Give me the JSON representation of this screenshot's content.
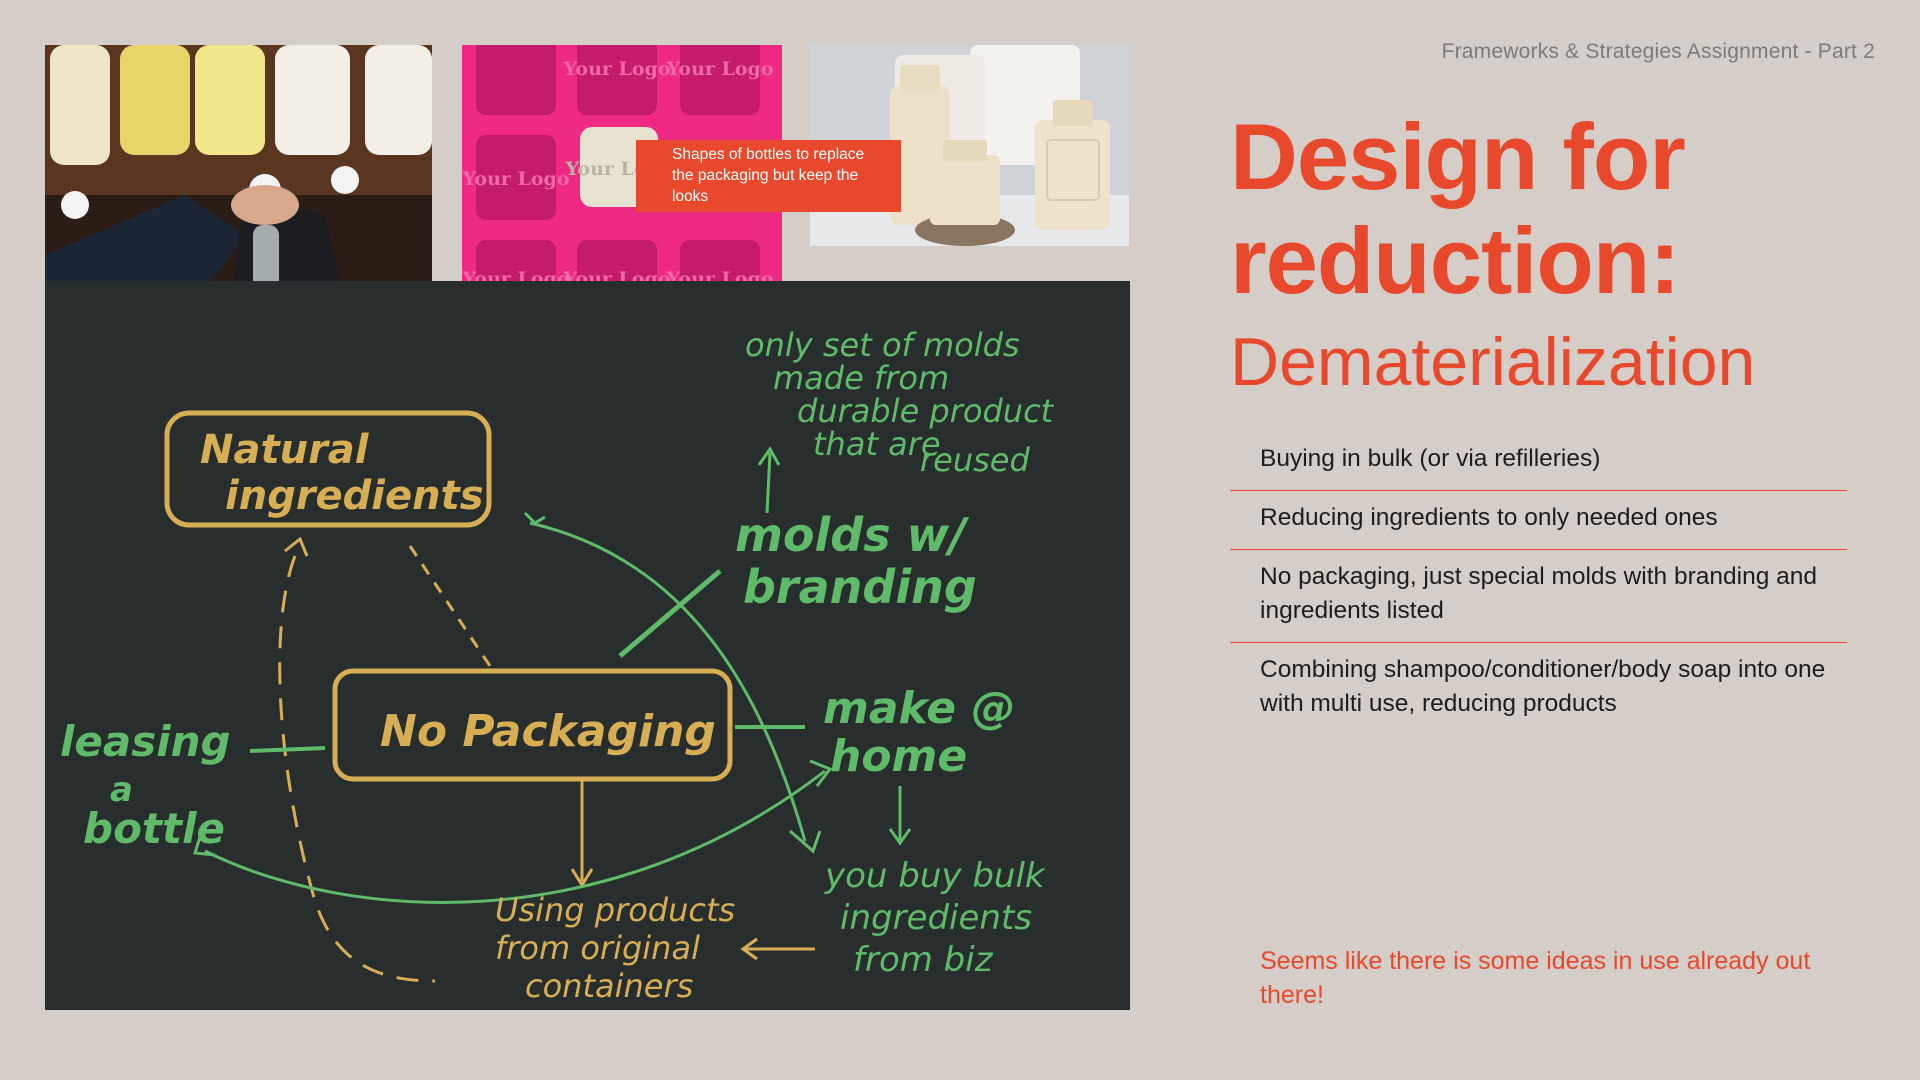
{
  "header_note": "Frameworks & Strategies Assignment - Part 2",
  "title": "Design for reduction:",
  "subtitle": "Dematerialization",
  "bullets": [
    "Buying in bulk (or via refilleries)",
    "Reducing ingredients to only needed ones",
    "No packaging, just special molds with branding and ingredients listed",
    "Combining shampoo/conditioner/body soap into one with multi use, reducing products"
  ],
  "footnote": "Seems like there is some ideas in use already out there!",
  "callout": "Shapes of bottles to replace the packaging but keep the looks",
  "mold_text": "Your Logo",
  "board": {
    "center": "No Packaging",
    "natural": [
      "Natural",
      "ingredients"
    ],
    "molds": [
      "molds w/",
      "branding"
    ],
    "molds_note": [
      "only set of molds",
      "made from",
      "durable product",
      "that are",
      "reused"
    ],
    "leasing": [
      "leasing",
      "a",
      "bottle"
    ],
    "make": [
      "make @",
      "home"
    ],
    "bulk": [
      "you buy bulk",
      "ingredients",
      "from biz"
    ],
    "using": [
      "Using products",
      "from original",
      "containers"
    ]
  },
  "colors": {
    "accent": "#e8482b",
    "chalk_yellow": "#d8ae55",
    "chalk_green": "#5fbb6a",
    "board": "#282e2d"
  }
}
